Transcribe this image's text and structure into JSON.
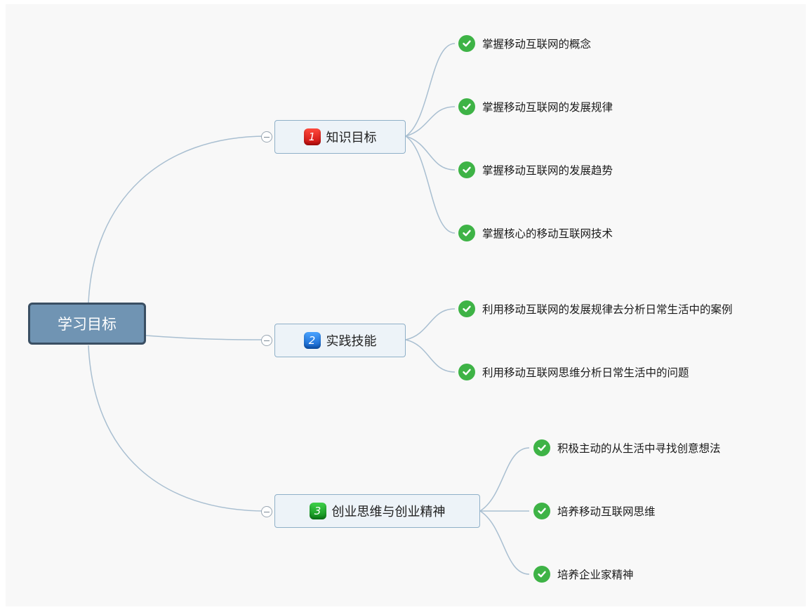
{
  "root": {
    "label": "学习目标"
  },
  "branches": [
    {
      "number": "1",
      "label": "知识目标",
      "badge_color": "#e0231c",
      "items": [
        "掌握移动互联网的概念",
        "掌握移动互联网的发展规律",
        "掌握移动互联网的发展趋势",
        "掌握核心的移动互联网技术"
      ]
    },
    {
      "number": "2",
      "label": "实践技能",
      "badge_color": "#1c7de0",
      "items": [
        "利用移动互联网的发展规律去分析日常生活中的案例",
        "利用移动互联网思维分析日常生活中的问题"
      ]
    },
    {
      "number": "3",
      "label": "创业思维与创业精神",
      "badge_color": "#21a82e",
      "items": [
        "积极主动的从生活中寻找创意想法",
        "培养移动互联网思维",
        "培养企业家精神"
      ]
    }
  ],
  "icons": {
    "leaf_marker": "check-circle-icon",
    "collapse": "collapse-minus-icon"
  },
  "colors": {
    "root_fill": "#7094b3",
    "root_border": "#3a4f63",
    "branch_fill": "#edf3f8",
    "connector": "#a9bfd1",
    "check": "#3eb346"
  }
}
